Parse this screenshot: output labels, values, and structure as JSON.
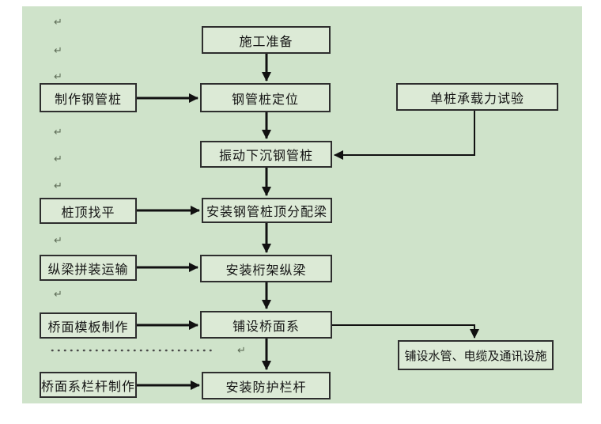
{
  "diagram": {
    "type": "flowchart",
    "background_color": "#cfe3ca",
    "box_fill_color": "#dcead6",
    "box_border_color": "#2e2e2e",
    "arrow_color": "#111111",
    "pilcrow_char": "↵",
    "nodes": {
      "prep": {
        "label": "施工准备"
      },
      "make_pile": {
        "label": "制作钢管桩"
      },
      "position_pile": {
        "label": "钢管桩定位"
      },
      "load_test": {
        "label": "单桩承载力试验"
      },
      "vibrate_sink": {
        "label": "振动下沉钢管桩"
      },
      "pile_top_level": {
        "label": "桩顶找平"
      },
      "install_dist_beam": {
        "label": "安装钢管桩顶分配梁"
      },
      "beam_assembly": {
        "label": "纵梁拼装运输"
      },
      "install_truss": {
        "label": "安装桁架纵梁"
      },
      "deck_formwork": {
        "label": "桥面模板制作"
      },
      "lay_deck": {
        "label": "铺设桥面系"
      },
      "lay_utilities": {
        "label": "铺设水管、电缆及通讯设施"
      },
      "railing_fab": {
        "label": "桥面系栏杆制作"
      },
      "install_railing": {
        "label": "安装防护栏杆"
      }
    }
  }
}
